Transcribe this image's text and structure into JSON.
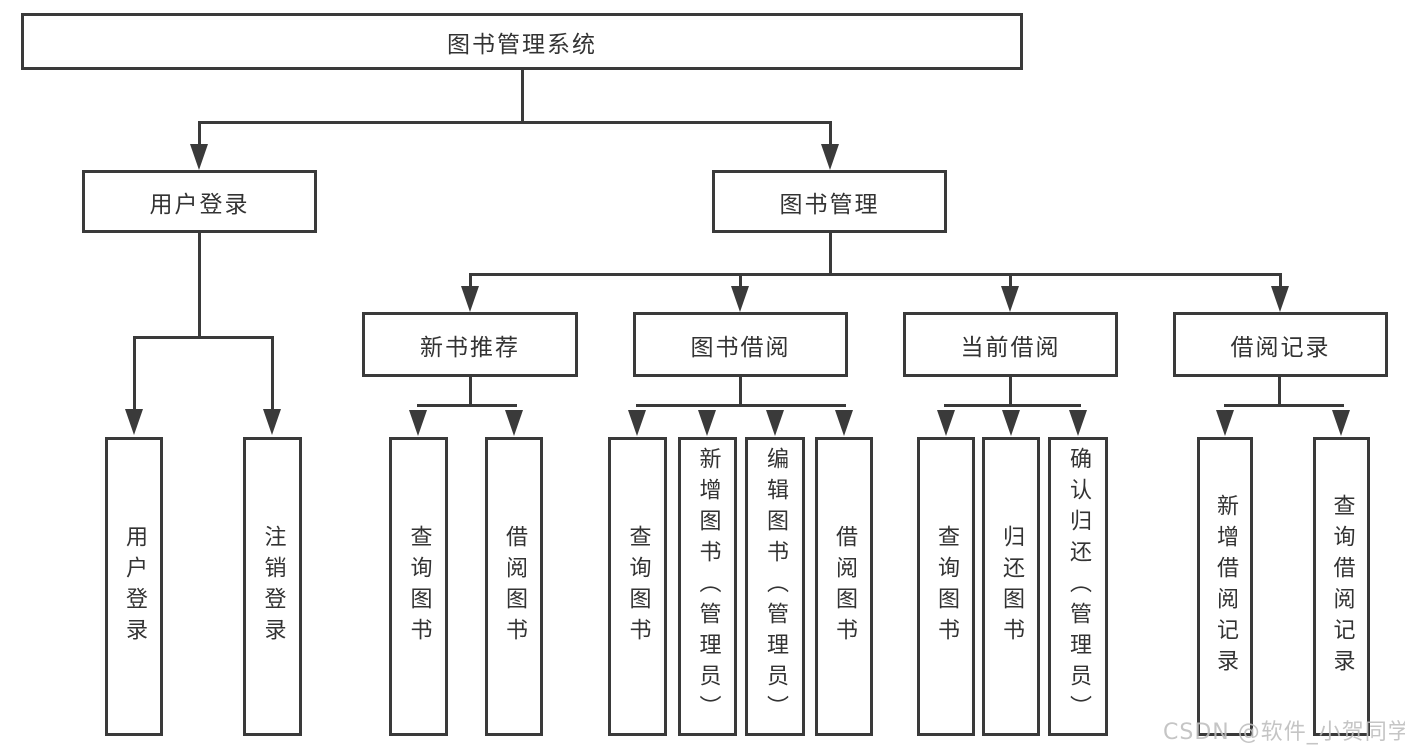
{
  "diagram": {
    "title": "图书管理系统",
    "watermark": "CSDN @软件_小贺同学",
    "colors": {
      "line": "#3a3a3a",
      "text": "#333333",
      "background": "#ffffff",
      "watermark": "#bfbfbf"
    },
    "nodes": {
      "root": {
        "label": "图书管理系统"
      },
      "user_login": {
        "label": "用户登录"
      },
      "book_mgmt": {
        "label": "图书管理"
      },
      "new_book_rec": {
        "label": "新书推荐"
      },
      "book_borrow": {
        "label": "图书借阅"
      },
      "current_borrow": {
        "label": "当前借阅"
      },
      "borrow_record": {
        "label": "借阅记录"
      },
      "leaf_user_login": {
        "label": "用户登录"
      },
      "leaf_logout": {
        "label": "注销登录"
      },
      "leaf_nb_query": {
        "label": "查询图书"
      },
      "leaf_nb_borrow": {
        "label": "借阅图书"
      },
      "leaf_bb_query": {
        "label": "查询图书"
      },
      "leaf_bb_add": {
        "label": "新增图书（管理员）"
      },
      "leaf_bb_edit": {
        "label": "编辑图书（管理员）"
      },
      "leaf_bb_borrow": {
        "label": "借阅图书"
      },
      "leaf_cb_query": {
        "label": "查询图书"
      },
      "leaf_cb_return": {
        "label": "归还图书"
      },
      "leaf_cb_confirm": {
        "label": "确认归还（管理员）"
      },
      "leaf_br_add": {
        "label": "新增借阅记录"
      },
      "leaf_br_query": {
        "label": "查询借阅记录"
      }
    },
    "hierarchy": {
      "图书管理系统": {
        "用户登录": [
          "用户登录",
          "注销登录"
        ],
        "图书管理": {
          "新书推荐": [
            "查询图书",
            "借阅图书"
          ],
          "图书借阅": [
            "查询图书",
            "新增图书（管理员）",
            "编辑图书（管理员）",
            "借阅图书"
          ],
          "当前借阅": [
            "查询图书",
            "归还图书",
            "确认归还（管理员）"
          ],
          "借阅记录": [
            "新增借阅记录",
            "查询借阅记录"
          ]
        }
      }
    }
  }
}
